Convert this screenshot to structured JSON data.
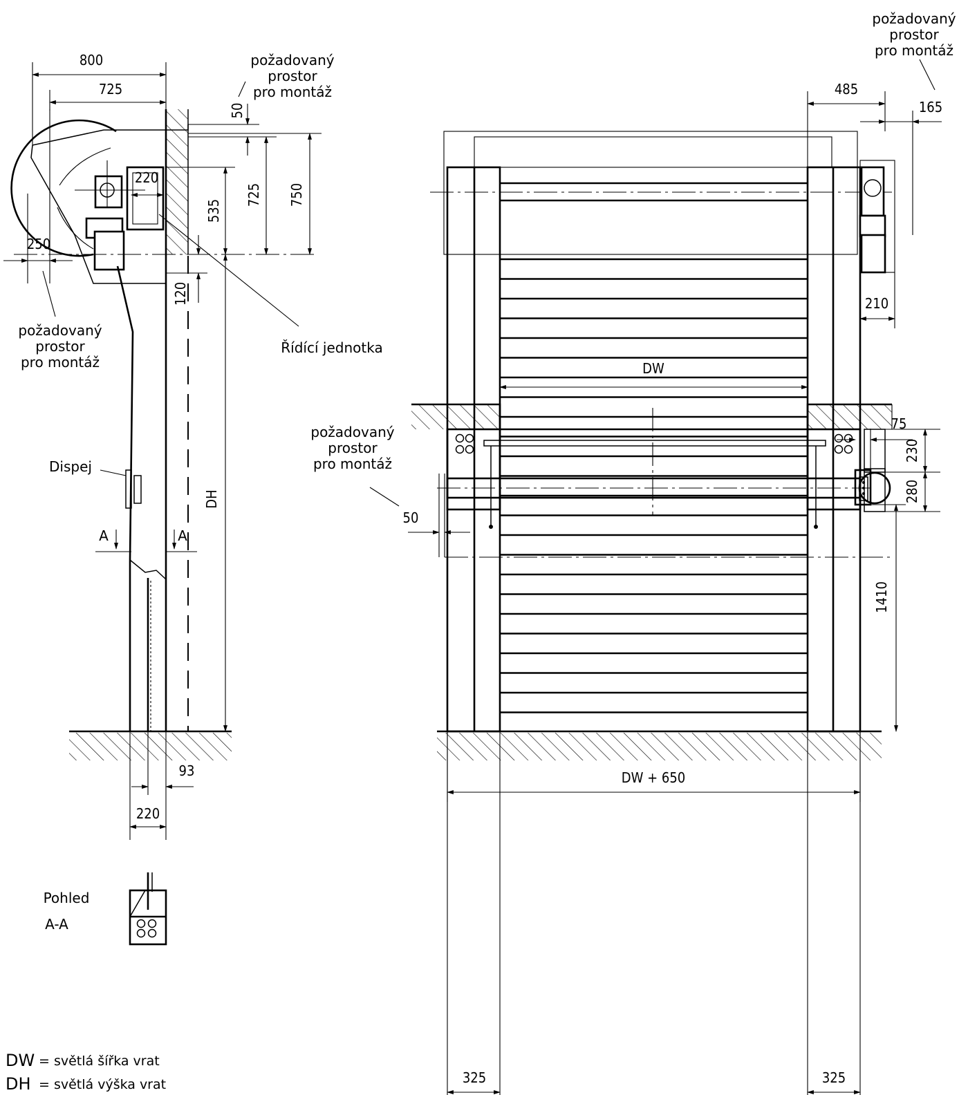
{
  "install_space_label": [
    "požadovaný",
    "prostor",
    "pro montáž"
  ],
  "labels": {
    "control_unit": "Řídící jednotka",
    "display": "Dispej",
    "section_marker": "A",
    "view_word": "Pohled",
    "view_name": "A-A"
  },
  "dimensions": {
    "side": {
      "d800": "800",
      "d725_top": "725",
      "d50": "50",
      "d220_box": "220",
      "d725_vert": "725",
      "d750": "750",
      "d535": "535",
      "d250": "250",
      "d120": "120",
      "dh": "DH",
      "d93": "93",
      "d220_bottom": "220"
    },
    "front": {
      "d485": "485",
      "d165": "165",
      "d210": "210",
      "d75": "75",
      "d1410": "1410",
      "width_total": "DW + 650"
    },
    "plan": {
      "dw": "DW",
      "d230": "230",
      "d280": "280",
      "d50": "50",
      "d325_left": "325",
      "d325_right": "325"
    }
  },
  "legend": [
    {
      "key": "DW",
      "text": "= světlá šířka vrat"
    },
    {
      "key": "DH",
      "text": "= světlá výška vrat"
    }
  ]
}
